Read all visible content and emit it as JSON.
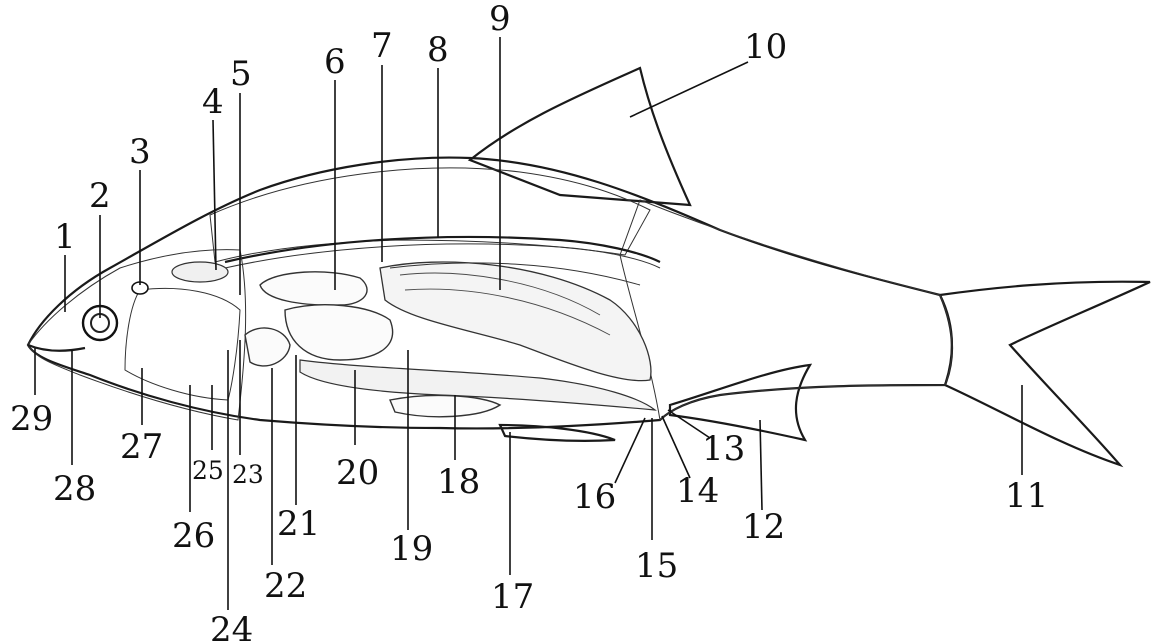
{
  "diagram": {
    "labels": [
      "1",
      "2",
      "3",
      "4",
      "5",
      "6",
      "7",
      "8",
      "9",
      "10",
      "11",
      "12",
      "13",
      "14",
      "15",
      "16",
      "17",
      "18",
      "19",
      "20",
      "21",
      "22",
      "23",
      "24",
      "25",
      "26",
      "27",
      "28",
      "29"
    ]
  },
  "colors": {
    "ink": "#111111",
    "background": "#ffffff"
  }
}
